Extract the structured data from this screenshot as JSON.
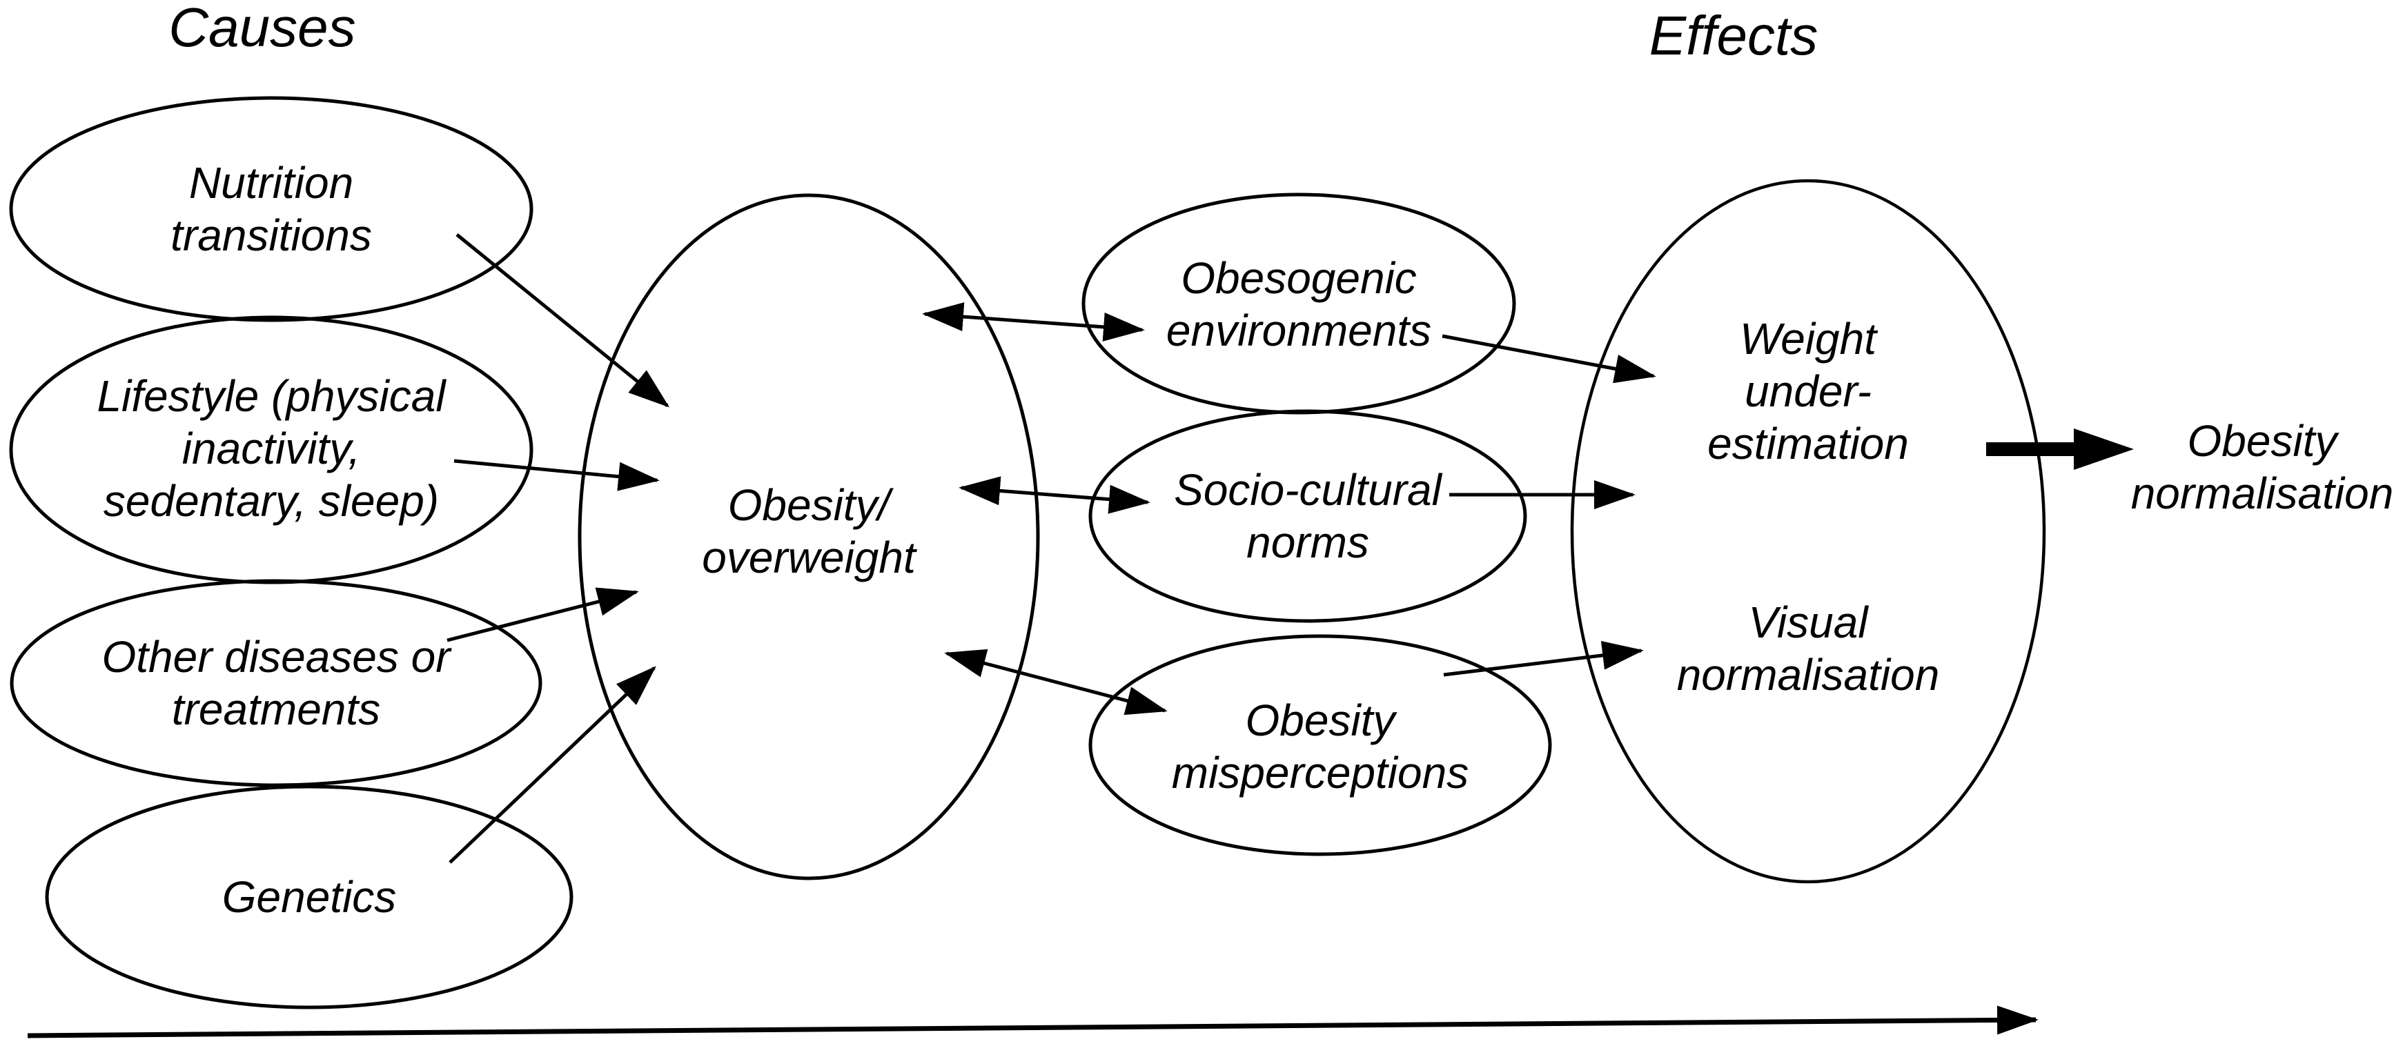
{
  "meta": {
    "background_color": "#ffffff",
    "ink_color": "#000000",
    "description": "Causal diagram linking causes of obesity/overweight to effects ending in obesity normalisation"
  },
  "titles": {
    "causes": "Causes",
    "effects": "Effects"
  },
  "nodes": {
    "nutrition_transitions": {
      "label": "Nutrition\ntransitions"
    },
    "lifestyle": {
      "label": "Lifestyle (physical\ninactivity,\nsedentary, sleep)"
    },
    "other_diseases": {
      "label": "Other diseases or\ntreatments"
    },
    "genetics": {
      "label": "Genetics"
    },
    "obesity_overweight": {
      "label": "Obesity/\noverweight"
    },
    "obesogenic_environments": {
      "label": "Obesogenic\nenvironments"
    },
    "socio_cultural_norms": {
      "label": "Socio-cultural\nnorms"
    },
    "obesity_misperceptions": {
      "label": "Obesity\nmisperceptions"
    },
    "weight_underestimation": {
      "label": "Weight\nunder-\nestimation"
    },
    "visual_normalisation": {
      "label": "Visual\nnormalisation"
    },
    "obesity_normalisation": {
      "label": "Obesity\nnormalisation"
    }
  },
  "edges": [
    {
      "from": "nutrition_transitions",
      "to": "obesity_overweight",
      "type": "one-way"
    },
    {
      "from": "lifestyle",
      "to": "obesity_overweight",
      "type": "one-way"
    },
    {
      "from": "other_diseases",
      "to": "obesity_overweight",
      "type": "one-way"
    },
    {
      "from": "genetics",
      "to": "obesity_overweight",
      "type": "one-way"
    },
    {
      "from": "obesity_overweight",
      "to": "obesogenic_environments",
      "type": "two-way"
    },
    {
      "from": "obesity_overweight",
      "to": "socio_cultural_norms",
      "type": "two-way"
    },
    {
      "from": "obesity_overweight",
      "to": "obesity_misperceptions",
      "type": "two-way"
    },
    {
      "from": "obesogenic_environments",
      "to": "weight_underestimation",
      "type": "one-way"
    },
    {
      "from": "socio_cultural_norms",
      "to": "effects_ellipse",
      "type": "one-way"
    },
    {
      "from": "obesity_misperceptions",
      "to": "visual_normalisation",
      "type": "one-way"
    },
    {
      "from": "effects_ellipse",
      "to": "obesity_normalisation",
      "type": "thick-one-way"
    },
    {
      "from": "timeline-start",
      "to": "timeline-end",
      "type": "timeline-one-way"
    }
  ]
}
